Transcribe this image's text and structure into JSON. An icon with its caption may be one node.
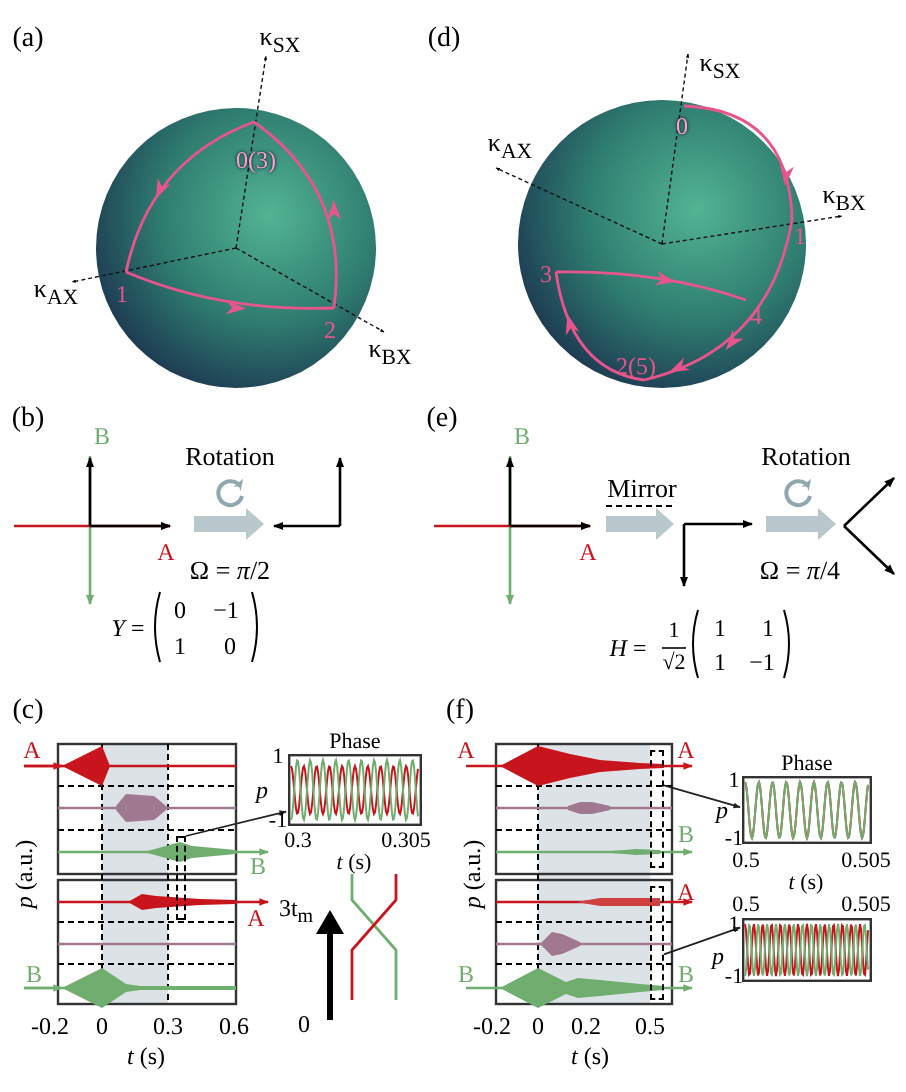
{
  "diagram": {
    "nodes": [
      {
        "text": [],
        "shape": "box"
      },
      {
        "text": [
          "Phase"
        ]
      },
      {
        "text": [],
        "shape": "box"
      },
      {
        "text": [
          "Phase"
        ]
      },
      {
        "text": [],
        "shape": "box"
      },
      {
        "text": [],
        "shape": "box"
      }
    ],
    "edges": [
      {
        "from": 0,
        "to": 1,
        "arrow": "to"
      },
      {
        "from": 2,
        "to": 3,
        "arrow": "to"
      },
      {
        "from": 4,
        "to": 5,
        "arrow": "to"
      }
    ],
    "labels": [
      "(a)",
      "κ$_{SX}$",
      "0(3)",
      "κ$_{AX}$",
      "1",
      "2",
      "κ$_{BX}$",
      "(d)",
      "κ$_{SX}$",
      "0",
      "κ$_{AX}$",
      "κ$_{BX}$",
      "1",
      "3",
      "4",
      "2(5)",
      "(b)",
      "B",
      "Rotation",
      "A",
      "Ω = *π*/2",
      "*Y* =",
      "0",
      "−1",
      "1",
      "0",
      "(e)",
      "B",
      "Mirror",
      "Rotation",
      "A",
      "Ω = *π*/4",
      "*H* =",
      "1",
      "√2",
      "1",
      "1",
      "1",
      "−1",
      "(c)",
      "A",
      "1",
      "p",
      "-1",
      "0.3",
      "0.305",
      "B",
      "*t* (s)",
      "*p* (a.u.)",
      "A",
      "3t$_{m}$",
      "B",
      "-0.2",
      "0",
      "0.3",
      "0.6",
      "0",
      "*t* (s)",
      "(f)",
      "A",
      "A",
      "1",
      "p",
      "-1",
      "0.5",
      "0.505",
      "*t* (s)",
      "B",
      "*p* (a.u.)",
      "A",
      "0.5",
      "0.505",
      "1",
      "p",
      "B",
      "B",
      "-1",
      "-0.2",
      "0",
      "0.2",
      "0.5",
      "*t* (s)"
    ]
  }
}
